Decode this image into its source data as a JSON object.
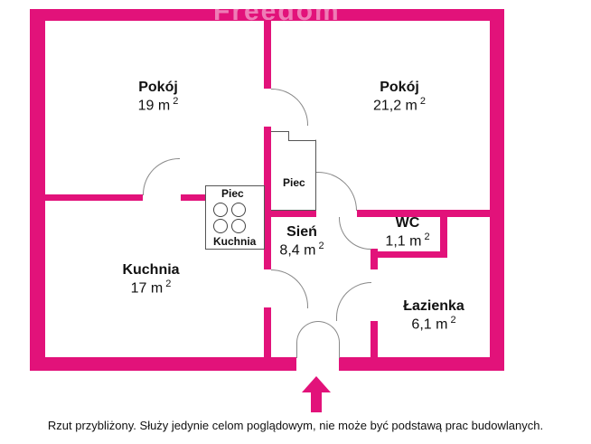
{
  "watermark": "Freedom",
  "wall_color": "#e2127a",
  "rooms": [
    {
      "name": "Pokój",
      "area": "19 m",
      "sup": "2"
    },
    {
      "name": "Pokój",
      "area": "21,2 m",
      "sup": "2"
    },
    {
      "name": "Kuchnia",
      "area": "17 m",
      "sup": "2"
    },
    {
      "name": "Sień",
      "area": "8,4 m",
      "sup": "2"
    },
    {
      "name": "WC",
      "area": "1,1 m",
      "sup": "2"
    },
    {
      "name": "Łazienka",
      "area": "6,1 m",
      "sup": "2"
    }
  ],
  "fixtures": {
    "stove_top": "Piec",
    "stove_bottom": "Kuchnia",
    "oven": "Piec"
  },
  "entrance_icon": "arrow-up-icon",
  "disclaimer": "Rzut przybliżony. Służy jedynie celom poglądowym, nie może być podstawą prac budowlanych."
}
